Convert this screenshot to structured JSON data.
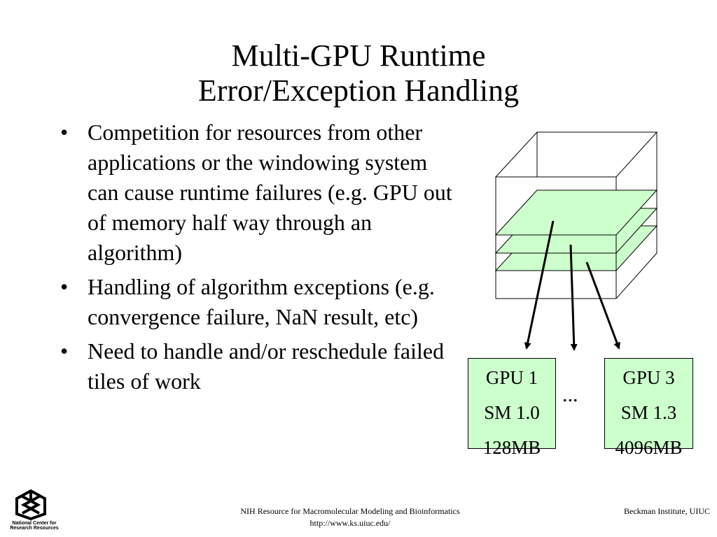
{
  "slide": {
    "title_line1": "Multi-GPU Runtime",
    "title_line2": "Error/Exception Handling",
    "bullet_char": "•",
    "bullets": [
      "Competition for resources from other applications or the windowing system can cause runtime failures (e.g. GPU out of memory half way through an algorithm)",
      "Handling of algorithm exceptions (e.g. convergence failure, NaN result, etc)",
      "Need to handle and/or reschedule failed tiles of work"
    ]
  },
  "diagram": {
    "gpu1": {
      "line1": "GPU 1",
      "line2": "SM 1.0",
      "line3": "128MB"
    },
    "ellipsis": "...",
    "gpu3": {
      "line1": "GPU 3",
      "line2": "SM 1.3",
      "line3": "4096MB"
    },
    "slice_color": "#ccffcc"
  },
  "footer": {
    "center_line1": "NIH Resource for Macromolecular Modeling and Bioinformatics",
    "center_line2": "http://www.ks.uiuc.edu/",
    "right": "Beckman Institute, UIUC",
    "logo_line1": "National Center for",
    "logo_line2": "Research Resources"
  }
}
